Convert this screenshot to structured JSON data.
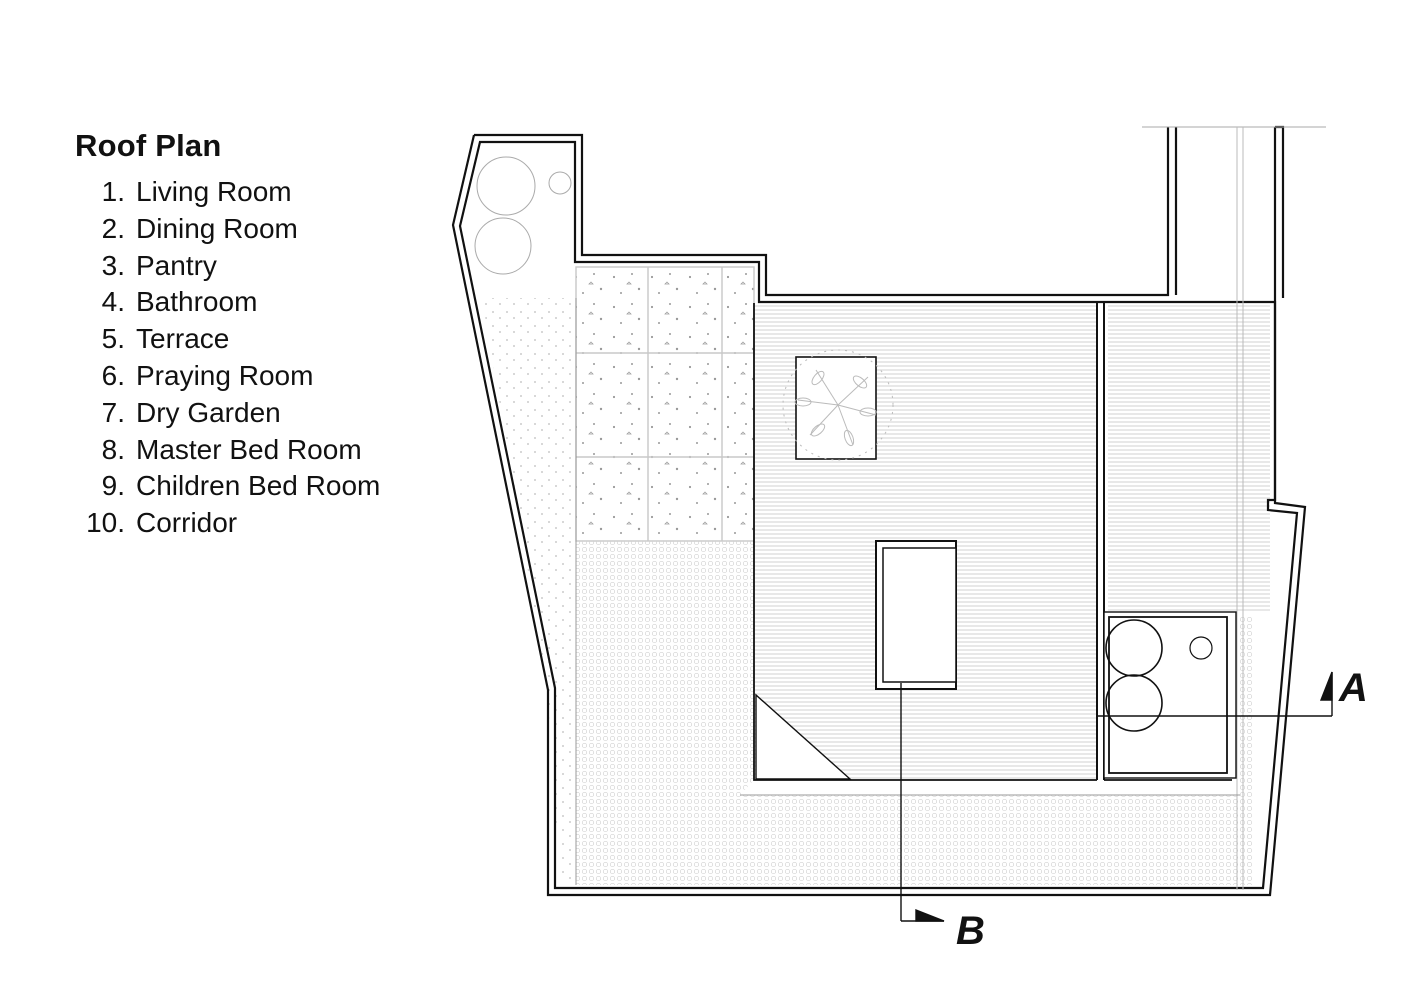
{
  "title": "Roof Plan",
  "legend": [
    {
      "num": "1.",
      "label": "Living Room"
    },
    {
      "num": "2.",
      "label": "Dining Room"
    },
    {
      "num": "3.",
      "label": "Pantry"
    },
    {
      "num": "4.",
      "label": "Bathroom"
    },
    {
      "num": "5.",
      "label": "Terrace"
    },
    {
      "num": "6.",
      "label": "Praying Room"
    },
    {
      "num": "7.",
      "label": "Dry Garden"
    },
    {
      "num": "8.",
      "label": "Master Bed Room"
    },
    {
      "num": "9.",
      "label": "Children Bed Room"
    },
    {
      "num": "10.",
      "label": "Corridor"
    }
  ],
  "section_markers": {
    "a": "A",
    "b": "B"
  },
  "colors": {
    "line": "#111111",
    "hatch": "#bdbdbd",
    "dots": "#cfcfcf"
  }
}
